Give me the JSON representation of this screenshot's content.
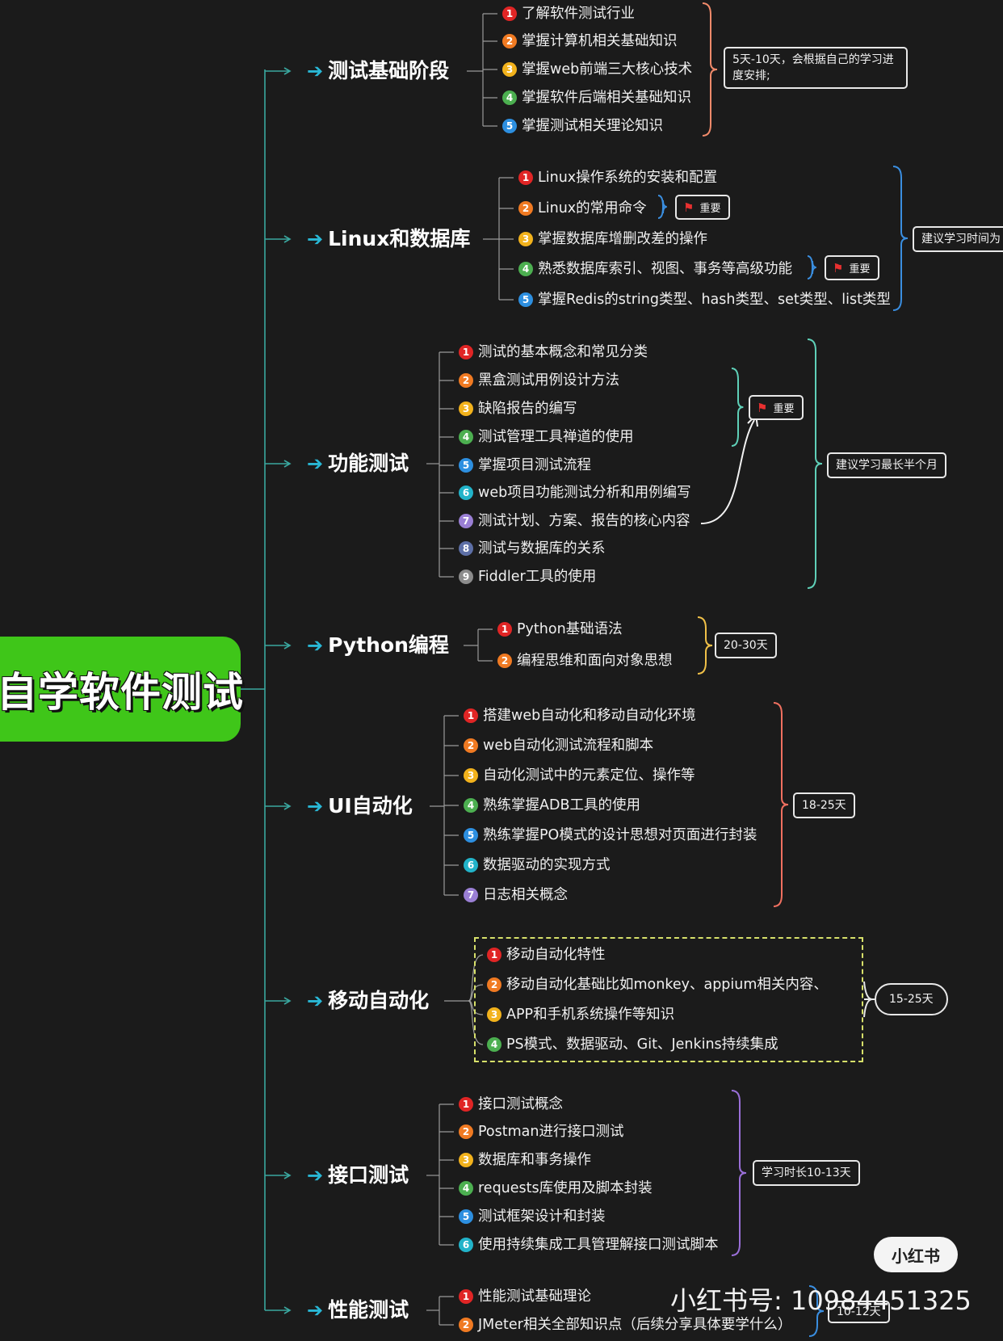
{
  "root": "自学软件测试",
  "colors": {
    "background": "#1b1b1b",
    "root_fill": "#3fc619",
    "arrow": "#29b8d6",
    "flag": "#e83030",
    "dash_box": "#d7e06a"
  },
  "stages": [
    {
      "title": "测试基础阶段",
      "items": [
        "了解软件测试行业",
        "掌握计算机相关基础知识",
        "掌握web前端三大核心技术",
        "掌握软件后端相关基础知识",
        "掌握测试相关理论知识"
      ],
      "note": "5天-10天，会根据自己的学习进度安排;",
      "brace_color": "#f08a6a"
    },
    {
      "title": "Linux和数据库",
      "items": [
        "Linux操作系统的安装和配置",
        "Linux的常用命令",
        "掌握数据库增删改差的操作",
        "熟悉数据库索引、视图、事务等高级功能",
        "掌握Redis的string类型、hash类型、set类型、list类型"
      ],
      "note": "建议学习时间为",
      "badge": "重要",
      "brace_color": "#3a8ee0"
    },
    {
      "title": "功能测试",
      "items": [
        "测试的基本概念和常见分类",
        "黑盒测试用例设计方法",
        "缺陷报告的编写",
        "测试管理工具禅道的使用",
        "掌握项目测试流程",
        "web项目功能测试分析和用例编写",
        "测试计划、方案、报告的核心内容",
        "测试与数据库的关系",
        "Fiddler工具的使用"
      ],
      "note": "建议学习最长半个月",
      "badge": "重要",
      "brace_color": "#5fd0b8"
    },
    {
      "title": "Python编程",
      "items": [
        "Python基础语法",
        "编程思维和面向对象思想"
      ],
      "note": "20-30天",
      "brace_color": "#f0c048"
    },
    {
      "title": "UI自动化",
      "items": [
        "搭建web自动化和移动自动化环境",
        "web自动化测试流程和脚本",
        "自动化测试中的元素定位、操作等",
        "熟练掌握ADB工具的使用",
        "熟练掌握PO模式的设计思想对页面进行封装",
        "数据驱动的实现方式",
        "日志相关概念"
      ],
      "note": "18-25天",
      "brace_color": "#f07060"
    },
    {
      "title": "移动自动化",
      "items": [
        "移动自动化特性",
        "移动自动化基础比如monkey、appium相关内容、",
        "APP和手机系统操作等知识",
        "PS模式、数据驱动、Git、Jenkins持续集成"
      ],
      "note": "15-25天"
    },
    {
      "title": "接口测试",
      "items": [
        "接口测试概念",
        "Postman进行接口测试",
        "数据库和事务操作",
        "requests库使用及脚本封装",
        "测试框架设计和封装",
        "使用持续集成工具管理解接口测试脚本"
      ],
      "note": "学习时长10-13天",
      "brace_color": "#9a6fd8"
    },
    {
      "title": "性能测试",
      "items": [
        "性能测试基础理论",
        "JMeter相关全部知识点（后续分享具体要学什么）"
      ],
      "note": "10-12天",
      "brace_color": "#3a8ee0"
    }
  ],
  "logo": "小红书",
  "watermark": "小红书号: 10984451325"
}
